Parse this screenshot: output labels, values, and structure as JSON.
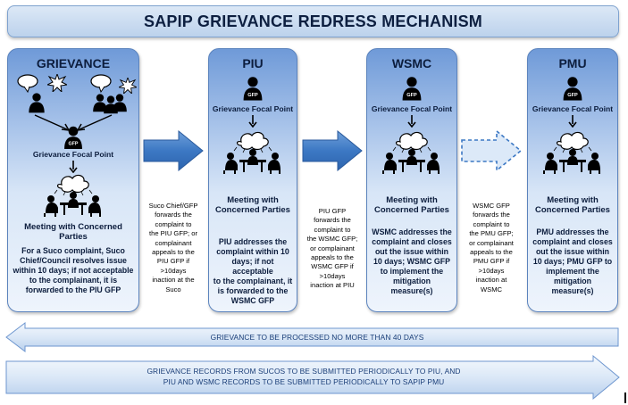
{
  "title": "SAPIP GRIEVANCE REDRESS MECHANISM",
  "columns": [
    {
      "heading": "GRIEVANCE",
      "gfp_badge": "GFP",
      "gfp_label": "Grievance Focal Point",
      "meeting_label_1": "Meeting with Concerned",
      "meeting_label_2": "Parties",
      "description_lines": [
        "For a Suco complaint, Suco",
        "Chief/Council resolves issue",
        "within 10 days; if not acceptable",
        "to the complainant, it is",
        "forwarded to the PIU GFP"
      ]
    },
    {
      "heading": "PIU",
      "gfp_badge": "GFP",
      "gfp_label": "Grievance Focal Point",
      "meeting_label_1": "Meeting with",
      "meeting_label_2": "Concerned Parties",
      "description_lines": [
        "PIU addresses the",
        "complaint within 10",
        "days; if not acceptable",
        "to the complainant, it",
        "is forwarded to the",
        "WSMC GFP"
      ]
    },
    {
      "heading": "WSMC",
      "gfp_badge": "GFP",
      "gfp_label": "Grievance Focal Point",
      "meeting_label_1": "Meeting with",
      "meeting_label_2": "Concerned Parties",
      "description_lines": [
        "WSMC addresses the",
        "complaint and closes",
        "out the issue within",
        "10 days; WSMC GFP",
        "to implement the",
        "mitigation",
        "measure(s)"
      ]
    },
    {
      "heading": "PMU",
      "gfp_badge": "GFP",
      "gfp_label": "Grievance Focal Point",
      "meeting_label_1": "Meeting with",
      "meeting_label_2": "Concerned Parties",
      "description_lines": [
        "PMU addresses the",
        "complaint and closes",
        "out the issue within",
        "10 days; PMU GFP to",
        "implement the",
        "mitigation",
        "measure(s)"
      ]
    }
  ],
  "notes": [
    [
      "Suco Chief/GFP",
      "forwards the",
      "complaint to",
      "the PIU GFP; or",
      "complainant",
      "appeals to the",
      "PIU GFP if",
      ">10days",
      "inaction at the",
      "Suco"
    ],
    [
      "PIU GFP",
      "forwards the",
      "complaint to",
      "the WSMC GFP;",
      "or complainant",
      "appeals to the",
      "WSMC GFP if",
      ">10days",
      "inaction at PIU"
    ],
    [
      "WSMC GFP",
      "forwards the",
      "complaint to",
      "the PMU GFP;",
      "or complainant",
      "appeals to the",
      "PMU GFP if",
      ">10days",
      "inaction at",
      "WSMC"
    ]
  ],
  "timeline_banner": "GRIEVANCE TO BE PROCESSED NO MORE THAN 40 DAYS",
  "records_banner_1": "GRIEVANCE RECORDS FROM SUCOS TO BE SUBMITTED PERIODICALLY TO PIU, AND",
  "records_banner_2": "PIU AND WSMC RECORDS TO BE SUBMITTED PERIODICALLY TO SAPIP PMU"
}
